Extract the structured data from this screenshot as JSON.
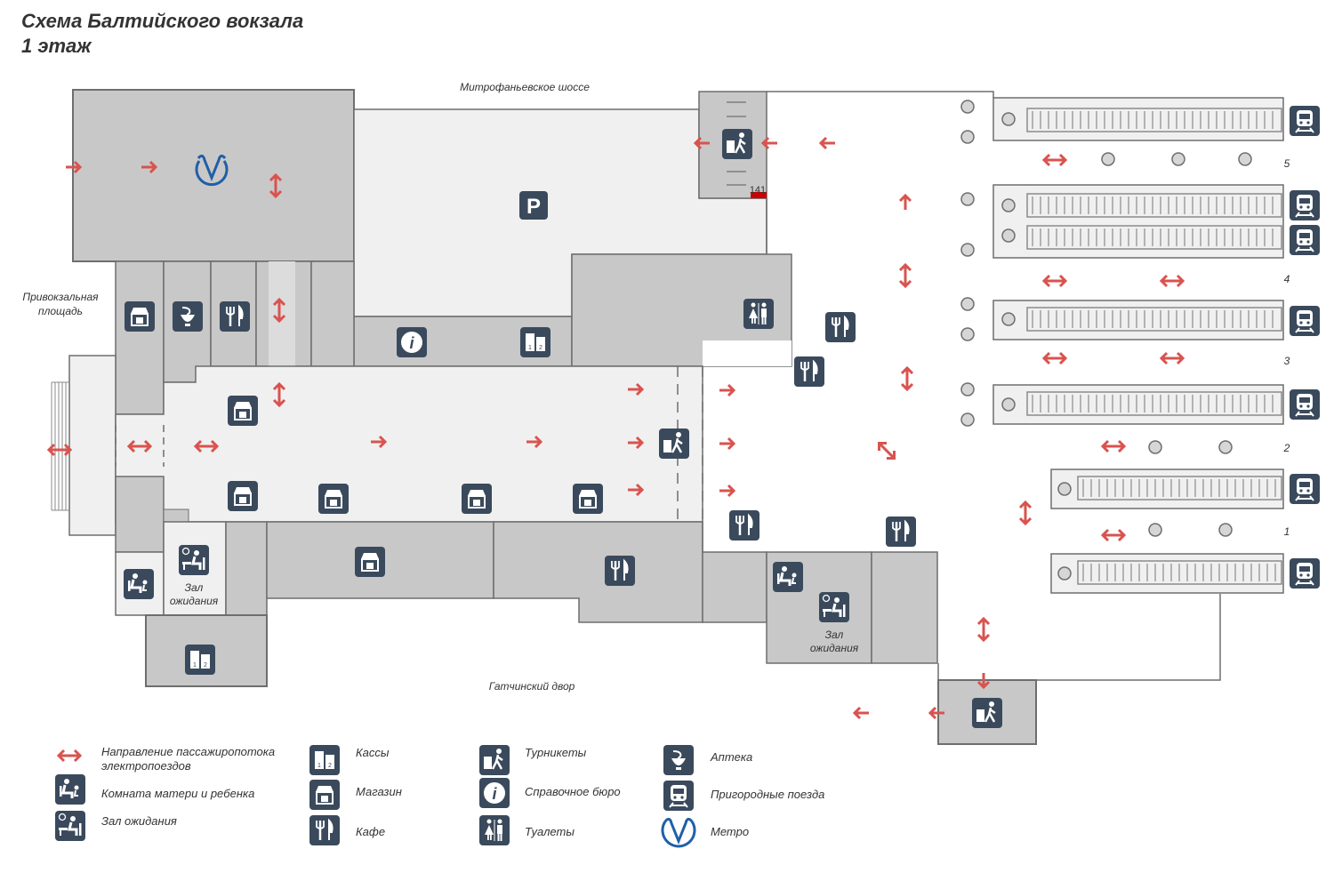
{
  "title": {
    "line1": "Схема Балтийского вокзала",
    "line2": "1 этаж"
  },
  "labels": {
    "street_top": "Митрофаньевское шоссе",
    "square_l1": "Привокзальная",
    "square_l2": "площадь",
    "courtyard": "Гатчинский двор",
    "waiting_l1": "Зал",
    "waiting_l2": "ожидания",
    "room_number": "141",
    "parking": "P"
  },
  "platforms": [
    "5",
    "4",
    "3",
    "2",
    "1"
  ],
  "legend": [
    {
      "icon": "arrow-icon",
      "l1": "Направление пассажиропотока",
      "l2": "электропоездов"
    },
    {
      "icon": "mother-child-icon",
      "l1": "Комната матери и ребенка"
    },
    {
      "icon": "waiting-hall-icon",
      "l1": "Зал ожидания"
    },
    {
      "icon": "ticket-office-icon",
      "l1": "Кассы"
    },
    {
      "icon": "shop-icon",
      "l1": "Магазин"
    },
    {
      "icon": "cafe-icon",
      "l1": "Кафе"
    },
    {
      "icon": "turnstile-icon",
      "l1": "Турникеты"
    },
    {
      "icon": "info-icon",
      "l1": "Справочное бюро"
    },
    {
      "icon": "toilet-icon",
      "l1": "Туалеты"
    },
    {
      "icon": "pharmacy-icon",
      "l1": "Аптека"
    },
    {
      "icon": "suburban-train-icon",
      "l1": "Пригородные поезда"
    },
    {
      "icon": "metro-icon",
      "l1": "Метро"
    }
  ],
  "colors": {
    "building": "#c8c8c8",
    "hall": "#f0f0f0",
    "icon_bg": "#3a4a5c",
    "arrow": "#d9534f",
    "metro": "#1f5fa8"
  }
}
